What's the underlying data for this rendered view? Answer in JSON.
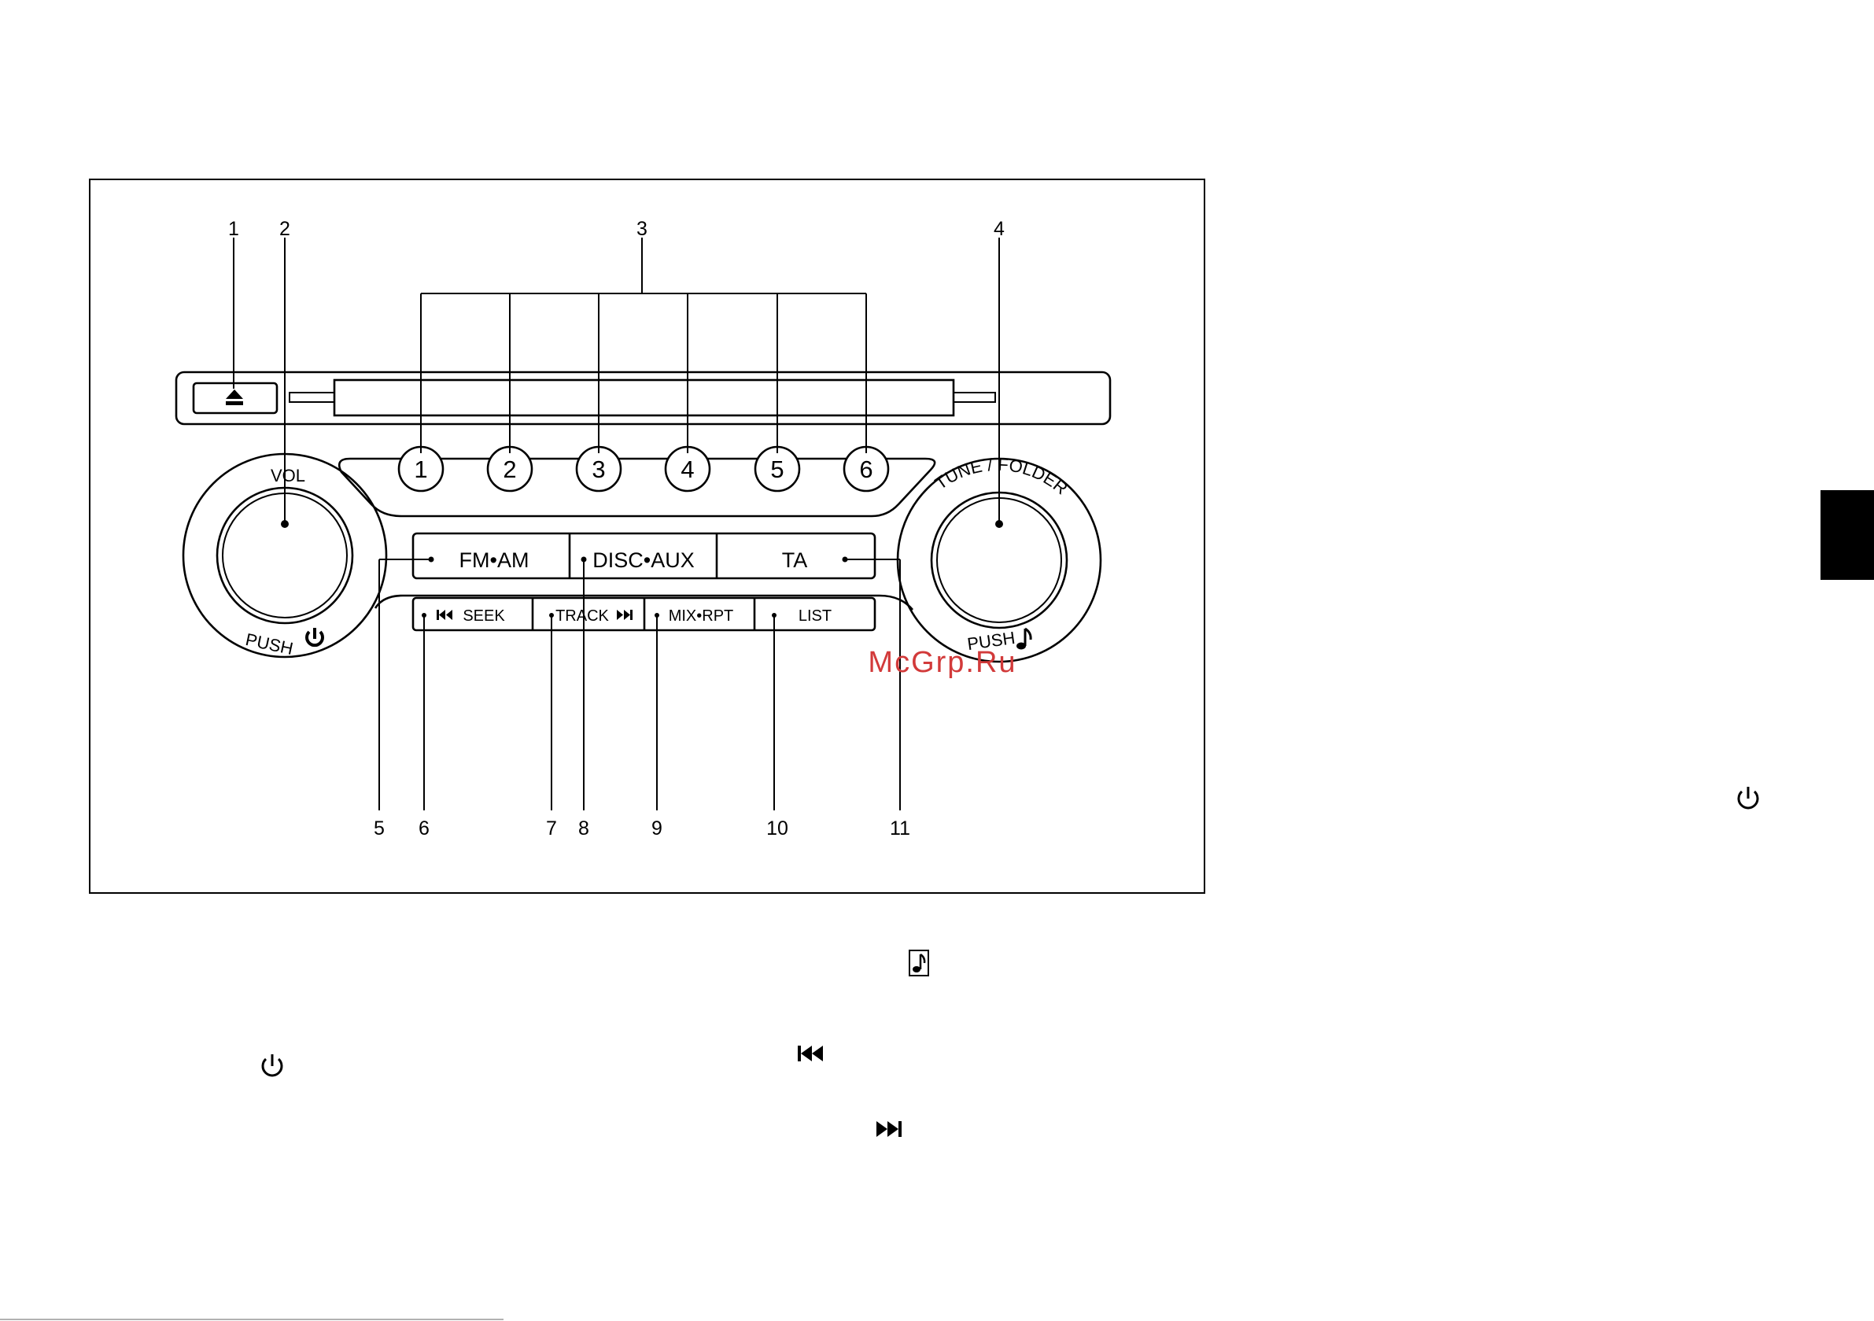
{
  "callouts": [
    "1",
    "2",
    "3",
    "4",
    "5",
    "6",
    "7",
    "8",
    "9",
    "10",
    "11"
  ],
  "presets": [
    "1",
    "2",
    "3",
    "4",
    "5",
    "6"
  ],
  "knobs": {
    "vol_label": "VOL",
    "vol_push": "PUSH",
    "tune_label": "TUNE / FOLDER",
    "tune_push": "PUSH"
  },
  "buttons": {
    "fm_am": "FM•AM",
    "disc_aux": "DISC•AUX",
    "ta": "TA",
    "seek": "SEEK",
    "track": "TRACK",
    "mix_rpt": "MIX•RPT",
    "list": "LIST"
  },
  "watermark": "McGrp.Ru",
  "icons": {
    "eject": "eject-icon",
    "power": "power-icon",
    "note": "music-note-icon",
    "seek_back": "skip-back-icon",
    "skip_forward": "skip-forward-icon"
  },
  "side_tab_color": "#000000"
}
